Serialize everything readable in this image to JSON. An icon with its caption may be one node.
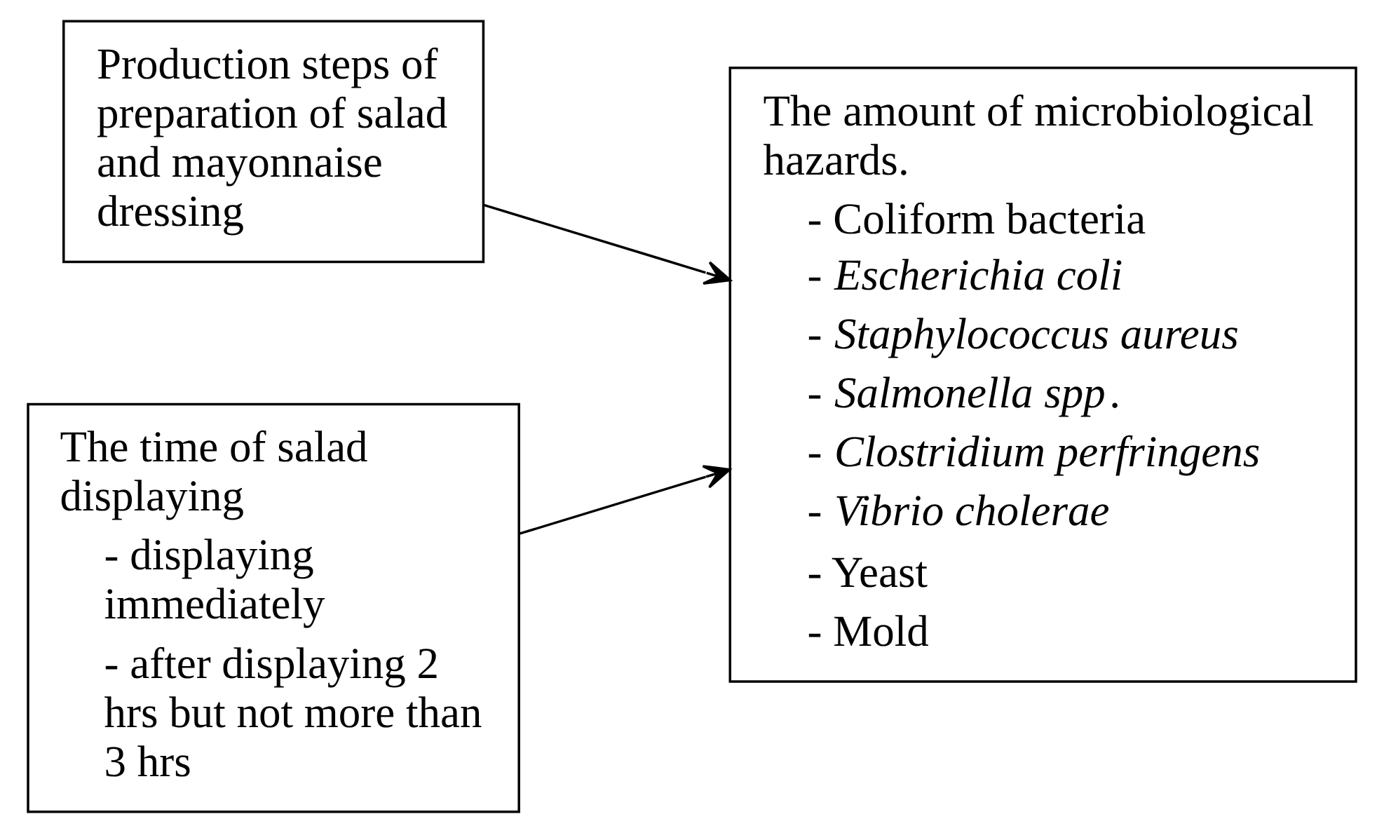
{
  "diagram": {
    "nodes": [
      {
        "text": [
          "Production steps of preparation of salad and mayonnaise dressing"
        ]
      },
      {
        "text": [
          "The amount of microbiological hazards.",
          "- Coliform bacteria",
          "- *Escherichia coli*",
          "- *Staphylococcus aureus*",
          "- *Salmonella spp*.",
          "- *Clostridium perfringens*",
          "- *Vibrio cholerae*",
          "- Yeast",
          "- Mold"
        ]
      },
      {
        "text": [
          "The time of salad displaying",
          "- displaying immediately",
          "- after displaying 2 hrs but not more than 3 hrs"
        ]
      }
    ],
    "edges": [
      {
        "from": 0,
        "to": 1,
        "arrow": "to"
      },
      {
        "from": 2,
        "to": 1,
        "arrow": "to"
      }
    ]
  }
}
